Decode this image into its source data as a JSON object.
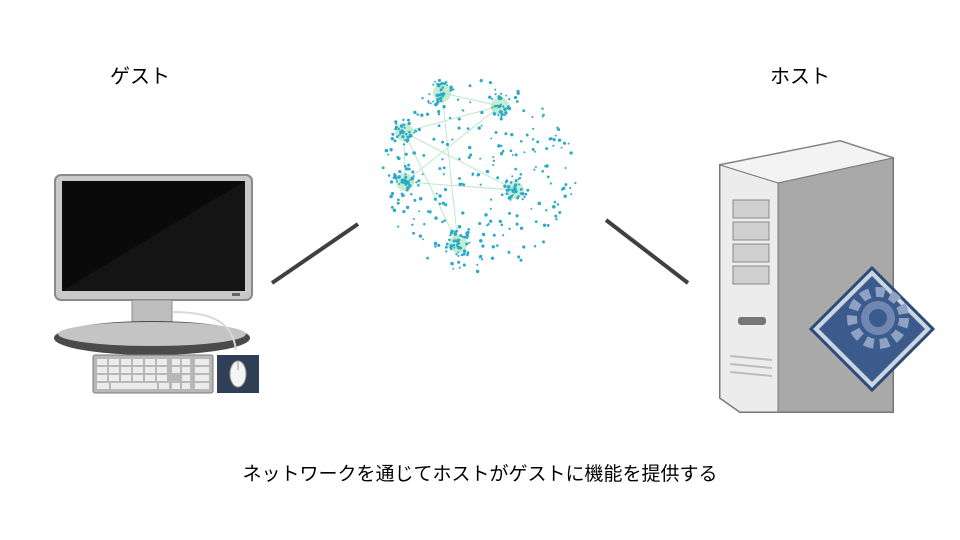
{
  "guest": {
    "label": "ゲスト",
    "icon": "desktop-computer-icon"
  },
  "host": {
    "label": "ホスト",
    "icon": "server-tower-icon",
    "badge_icon": "gear-icon"
  },
  "network": {
    "icon": "network-graph-icon",
    "node_color": "#2aa9c9",
    "hub_color": "#9ee3b0"
  },
  "caption": "ネットワークを通じてホストがゲストに機能を提供する",
  "colors": {
    "connector": "#404040",
    "screen": "#0a0a0a",
    "server_body": "#e4e4e4",
    "gear_badge": "#3b5b8c"
  }
}
